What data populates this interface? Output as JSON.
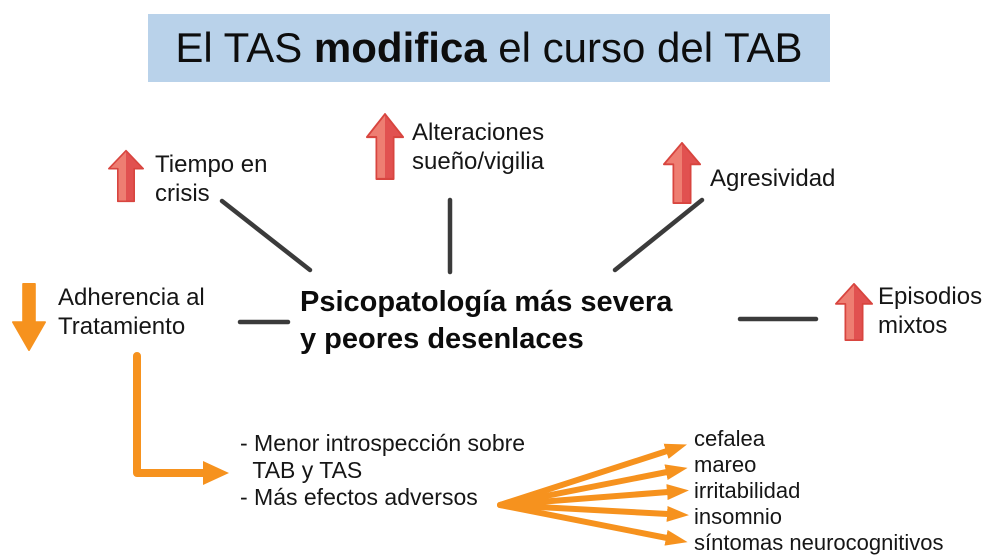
{
  "title": {
    "prefix": "El TAS ",
    "emphasis": "modifica",
    "suffix": " el curso del TAB"
  },
  "center": {
    "text": "Psicopatología más severa\ny peores desenlaces"
  },
  "factors": {
    "tiempo_crisis": {
      "label": "Tiempo en\ncrisis",
      "direction": "increase"
    },
    "alteraciones": {
      "label": "Alteraciones\nsueño/vigilia",
      "direction": "increase"
    },
    "agresividad": {
      "label": "Agresividad",
      "direction": "increase"
    },
    "episodios_mixtos": {
      "label": "Episodios\nmixtos",
      "direction": "increase"
    },
    "adherencia": {
      "label": "Adherencia al\nTratamiento",
      "direction": "decrease"
    }
  },
  "consequences": {
    "notes": "- Menor introspección sobre\n  TAB y TAS\n- Más efectos adversos"
  },
  "side_effects": [
    "cefalea",
    "mareo",
    "irritabilidad",
    "insomnio",
    "síntomas neurocognitivos"
  ],
  "icons": {
    "up_arrow": "increase-arrow-icon",
    "down_arrow": "decrease-arrow-icon"
  },
  "colors": {
    "banner_bg": "#b9d2ea",
    "arrow_red_dark": "#e15150",
    "arrow_red_light": "#ee7e72",
    "arrow_red_border": "#d8453f",
    "arrow_orange": "#f6921e",
    "connector": "#3b3b3b",
    "text": "#111111"
  }
}
